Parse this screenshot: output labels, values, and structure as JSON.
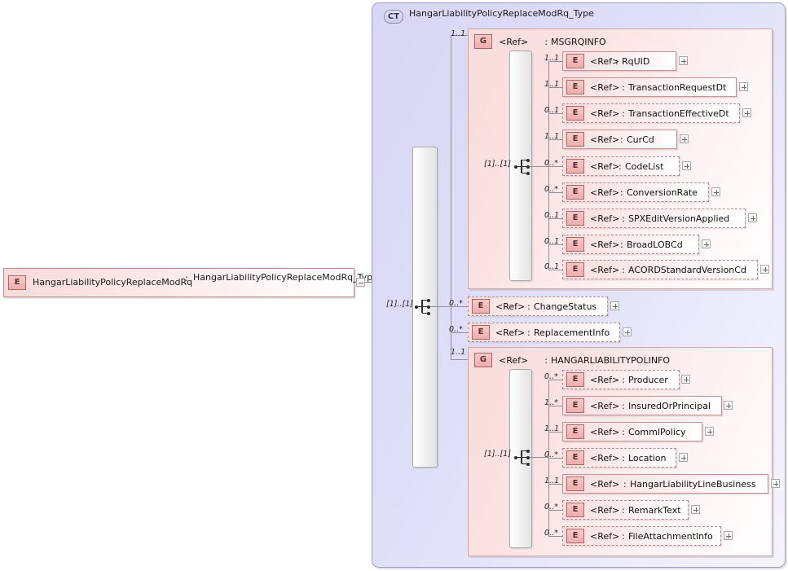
{
  "diagram": {
    "type": "xsd-schema-diagram",
    "root_element": {
      "badge": "E",
      "name": "HangarLiabilityPolicyReplaceModRq",
      "separator": ":",
      "type": "HangarLiabilityPolicyReplaceModRq_Type",
      "expander": "minus"
    },
    "complex_type": {
      "badge": "CT",
      "name": "HangarLiabilityPolicyReplaceModRq_Type",
      "sequence_cardinality": "[1]..[1]",
      "compositor": "sequence"
    },
    "children": [
      {
        "kind": "group",
        "badge": "G",
        "ref": "<Ref>",
        "separator": ":",
        "name": "MSGRQINFO",
        "cardinality": "1..1",
        "required": true,
        "sequence_cardinality": "[1]..[1]",
        "compositor": "sequence",
        "items": [
          {
            "badge": "E",
            "ref": "<Ref>",
            "separator": ":",
            "name": "RqUID",
            "cardinality": "1..1",
            "required": true,
            "expander": "plus"
          },
          {
            "badge": "E",
            "ref": "<Ref>",
            "separator": ":",
            "name": "TransactionRequestDt",
            "cardinality": "1..1",
            "required": true,
            "expander": "plus"
          },
          {
            "badge": "E",
            "ref": "<Ref>",
            "separator": ":",
            "name": "TransactionEffectiveDt",
            "cardinality": "0..1",
            "required": false,
            "expander": "plus"
          },
          {
            "badge": "E",
            "ref": "<Ref>",
            "separator": ":",
            "name": "CurCd",
            "cardinality": "1..1",
            "required": true,
            "expander": "plus"
          },
          {
            "badge": "E",
            "ref": "<Ref>",
            "separator": ":",
            "name": "CodeList",
            "cardinality": "0..*",
            "required": false,
            "expander": "plus"
          },
          {
            "badge": "E",
            "ref": "<Ref>",
            "separator": ":",
            "name": "ConversionRate",
            "cardinality": "0..*",
            "required": false,
            "expander": "plus"
          },
          {
            "badge": "E",
            "ref": "<Ref>",
            "separator": ":",
            "name": "SPXEditVersionApplied",
            "cardinality": "0..1",
            "required": false,
            "expander": "plus"
          },
          {
            "badge": "E",
            "ref": "<Ref>",
            "separator": ":",
            "name": "BroadLOBCd",
            "cardinality": "0..1",
            "required": false,
            "expander": "plus"
          },
          {
            "badge": "E",
            "ref": "<Ref>",
            "separator": ":",
            "name": "ACORDStandardVersionCd",
            "cardinality": "0..1",
            "required": false,
            "expander": "plus"
          }
        ]
      },
      {
        "kind": "element",
        "badge": "E",
        "ref": "<Ref>",
        "separator": ":",
        "name": "ChangeStatus",
        "cardinality": "0..*",
        "required": false,
        "expander": "plus"
      },
      {
        "kind": "element",
        "badge": "E",
        "ref": "<Ref>",
        "separator": ":",
        "name": "ReplacementInfo",
        "cardinality": "0..*",
        "required": false,
        "expander": "plus"
      },
      {
        "kind": "group",
        "badge": "G",
        "ref": "<Ref>",
        "separator": ":",
        "name": "HANGARLIABILITYPOLINFO",
        "cardinality": "1..1",
        "required": true,
        "sequence_cardinality": "[1]..[1]",
        "compositor": "sequence",
        "items": [
          {
            "badge": "E",
            "ref": "<Ref>",
            "separator": ":",
            "name": "Producer",
            "cardinality": "0..*",
            "required": false,
            "expander": "plus"
          },
          {
            "badge": "E",
            "ref": "<Ref>",
            "separator": ":",
            "name": "InsuredOrPrincipal",
            "cardinality": "1..*",
            "required": true,
            "expander": "plus"
          },
          {
            "badge": "E",
            "ref": "<Ref>",
            "separator": ":",
            "name": "CommlPolicy",
            "cardinality": "1..1",
            "required": true,
            "expander": "plus"
          },
          {
            "badge": "E",
            "ref": "<Ref>",
            "separator": ":",
            "name": "Location",
            "cardinality": "0..*",
            "required": false,
            "expander": "plus"
          },
          {
            "badge": "E",
            "ref": "<Ref>",
            "separator": ":",
            "name": "HangarLiabilityLineBusiness",
            "cardinality": "1..1",
            "required": true,
            "expander": "plus"
          },
          {
            "badge": "E",
            "ref": "<Ref>",
            "separator": ":",
            "name": "RemarkText",
            "cardinality": "0..*",
            "required": false,
            "expander": "plus"
          },
          {
            "badge": "E",
            "ref": "<Ref>",
            "separator": ":",
            "name": "FileAttachmentInfo",
            "cardinality": "0..*",
            "required": false,
            "expander": "plus"
          }
        ]
      }
    ],
    "colors": {
      "canvas": "#ffffff",
      "complex_type_fill": "#dcdcf6",
      "complex_type_border": "#9e9ec4",
      "group_fill": "#fadcdc",
      "group_border": "#cfa5a5",
      "element_fill": "#f8dede",
      "element_border": "#c49292",
      "badge_fill": "#f2bcbc",
      "line": "#8f8f9a"
    }
  }
}
